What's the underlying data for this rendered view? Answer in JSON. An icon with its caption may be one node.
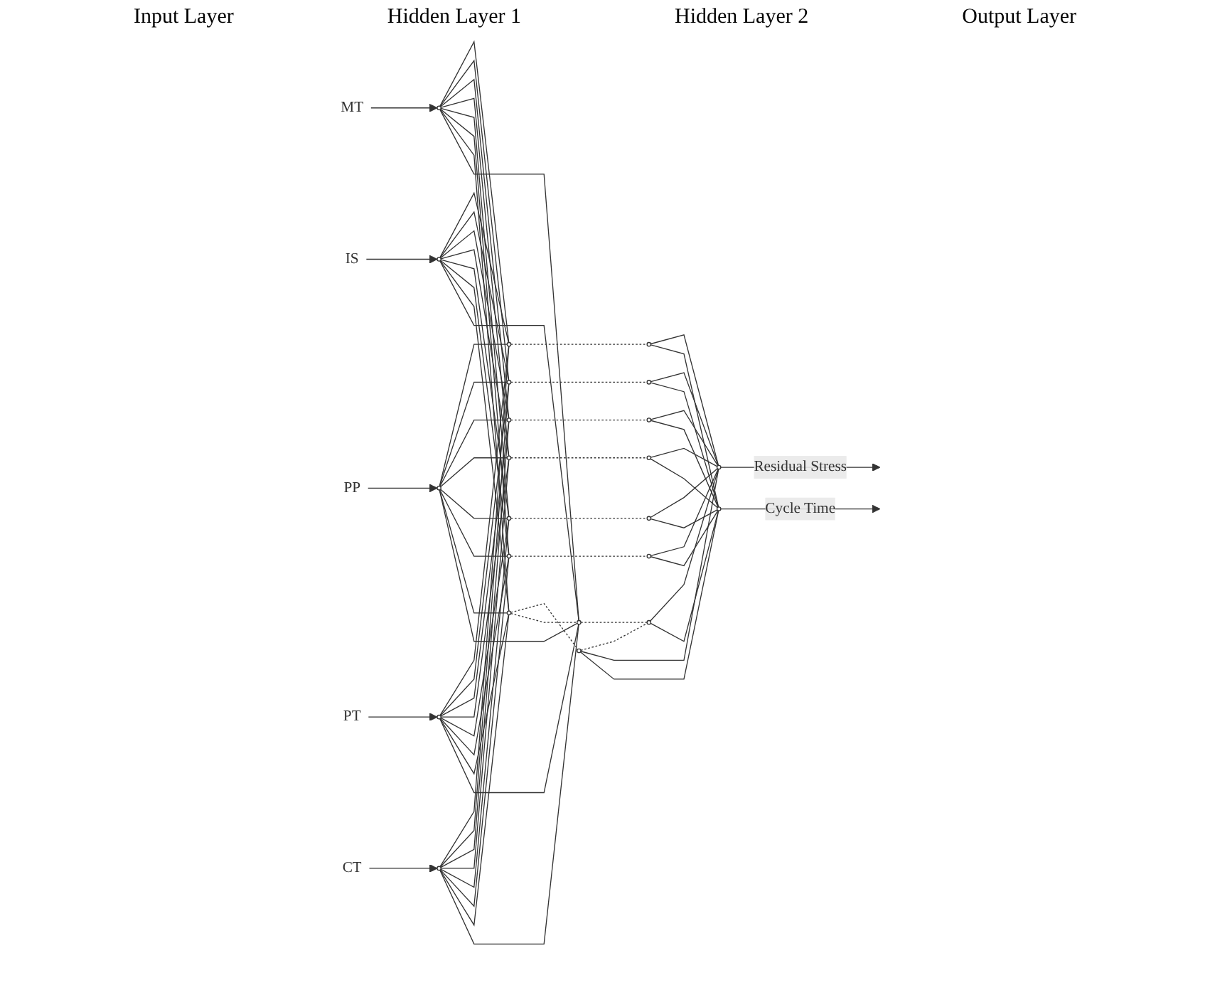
{
  "diagram": {
    "nodes": [
      {
        "text": [
          "MT"
        ]
      },
      {
        "text": [
          "IS"
        ]
      },
      {
        "text": [
          "PP"
        ]
      },
      {
        "text": [
          "PT"
        ]
      },
      {
        "text": [
          "CT"
        ]
      },
      {
        "text": [],
        "shape": "circle"
      },
      {
        "text": [],
        "shape": "circle"
      },
      {
        "text": [],
        "shape": "circle"
      },
      {
        "text": [],
        "shape": "circle"
      },
      {
        "text": [],
        "shape": "circle"
      },
      {
        "text": [],
        "shape": "circle"
      },
      {
        "text": [],
        "shape": "circle"
      },
      {
        "text": [],
        "shape": "circle"
      },
      {
        "text": [],
        "shape": "circle"
      },
      {
        "text": [],
        "shape": "circle"
      },
      {
        "text": [],
        "shape": "circle"
      },
      {
        "text": [],
        "shape": "circle"
      },
      {
        "text": [],
        "shape": "circle"
      },
      {
        "text": [],
        "shape": "circle"
      },
      {
        "text": [],
        "shape": "circle"
      },
      {
        "text": [],
        "shape": "circle"
      },
      {
        "text": [],
        "shape": "circle"
      },
      {
        "text": [],
        "shape": "circle"
      },
      {
        "text": [],
        "shape": "circle"
      },
      {
        "text": [],
        "shape": "circle"
      },
      {
        "text": [],
        "shape": "circle"
      },
      {
        "text": [],
        "shape": "circle"
      },
      {
        "text": [],
        "shape": "circle"
      }
    ],
    "edges": [
      {
        "from": 0,
        "to": 5,
        "arrow": "to"
      },
      {
        "from": 1,
        "to": 6,
        "arrow": "to"
      },
      {
        "from": 2,
        "to": 7,
        "arrow": "to"
      },
      {
        "from": 3,
        "to": 8,
        "arrow": "to"
      },
      {
        "from": 4,
        "to": 9,
        "arrow": "to"
      },
      {
        "from": 5,
        "to": 10,
        "arrow": "none"
      },
      {
        "from": 5,
        "to": 11,
        "arrow": "none"
      },
      {
        "from": 5,
        "to": 12,
        "arrow": "none"
      },
      {
        "from": 5,
        "to": 13,
        "arrow": "none"
      },
      {
        "from": 5,
        "to": 14,
        "arrow": "none"
      },
      {
        "from": 5,
        "to": 15,
        "arrow": "none"
      },
      {
        "from": 5,
        "to": 16,
        "arrow": "none"
      },
      {
        "from": 5,
        "to": 17,
        "arrow": "none"
      },
      {
        "from": 6,
        "to": 10,
        "arrow": "none"
      },
      {
        "from": 6,
        "to": 11,
        "arrow": "none"
      },
      {
        "from": 6,
        "to": 12,
        "arrow": "none"
      },
      {
        "from": 6,
        "to": 13,
        "arrow": "none"
      },
      {
        "from": 6,
        "to": 14,
        "arrow": "none"
      },
      {
        "from": 6,
        "to": 15,
        "arrow": "none"
      },
      {
        "from": 6,
        "to": 16,
        "arrow": "none"
      },
      {
        "from": 6,
        "to": 17,
        "arrow": "none"
      },
      {
        "from": 7,
        "to": 10,
        "arrow": "none"
      },
      {
        "from": 7,
        "to": 11,
        "arrow": "none"
      },
      {
        "from": 7,
        "to": 12,
        "arrow": "none"
      },
      {
        "from": 7,
        "to": 13,
        "arrow": "none"
      },
      {
        "from": 7,
        "to": 14,
        "arrow": "none"
      },
      {
        "from": 7,
        "to": 15,
        "arrow": "none"
      },
      {
        "from": 7,
        "to": 16,
        "arrow": "none"
      },
      {
        "from": 7,
        "to": 17,
        "arrow": "none"
      },
      {
        "from": 8,
        "to": 10,
        "arrow": "none"
      },
      {
        "from": 8,
        "to": 11,
        "arrow": "none"
      },
      {
        "from": 8,
        "to": 12,
        "arrow": "none"
      },
      {
        "from": 8,
        "to": 13,
        "arrow": "none"
      },
      {
        "from": 8,
        "to": 14,
        "arrow": "none"
      },
      {
        "from": 8,
        "to": 15,
        "arrow": "none"
      },
      {
        "from": 8,
        "to": 16,
        "arrow": "none"
      },
      {
        "from": 8,
        "to": 17,
        "arrow": "none"
      },
      {
        "from": 9,
        "to": 10,
        "arrow": "none"
      },
      {
        "from": 9,
        "to": 11,
        "arrow": "none"
      },
      {
        "from": 9,
        "to": 12,
        "arrow": "none"
      },
      {
        "from": 9,
        "to": 13,
        "arrow": "none"
      },
      {
        "from": 9,
        "to": 14,
        "arrow": "none"
      },
      {
        "from": 9,
        "to": 15,
        "arrow": "none"
      },
      {
        "from": 9,
        "to": 16,
        "arrow": "none"
      },
      {
        "from": 9,
        "to": 17,
        "arrow": "none"
      },
      {
        "from": 10,
        "to": 18,
        "arrow": "none",
        "style": "dashed"
      },
      {
        "from": 11,
        "to": 19,
        "arrow": "none",
        "style": "dashed"
      },
      {
        "from": 12,
        "to": 20,
        "arrow": "none",
        "style": "dashed"
      },
      {
        "from": 13,
        "to": 21,
        "arrow": "none",
        "style": "dashed"
      },
      {
        "from": 14,
        "to": 22,
        "arrow": "none",
        "style": "dashed"
      },
      {
        "from": 15,
        "to": 23,
        "arrow": "none",
        "style": "dashed"
      },
      {
        "from": 16,
        "to": 24,
        "arrow": "none",
        "style": "dashed"
      },
      {
        "from": 17,
        "to": 25,
        "arrow": "none",
        "style": "dashed"
      },
      {
        "from": 16,
        "to": 17,
        "arrow": "none",
        "style": "dashed"
      },
      {
        "from": 24,
        "to": 25,
        "arrow": "none",
        "style": "dashed"
      },
      {
        "from": 18,
        "to": 26,
        "arrow": "none"
      },
      {
        "from": 18,
        "to": 27,
        "arrow": "none"
      },
      {
        "from": 19,
        "to": 26,
        "arrow": "none"
      },
      {
        "from": 19,
        "to": 27,
        "arrow": "none"
      },
      {
        "from": 20,
        "to": 26,
        "arrow": "none"
      },
      {
        "from": 20,
        "to": 27,
        "arrow": "none"
      },
      {
        "from": 21,
        "to": 26,
        "arrow": "none"
      },
      {
        "from": 21,
        "to": 27,
        "arrow": "none"
      },
      {
        "from": 22,
        "to": 26,
        "arrow": "none"
      },
      {
        "from": 22,
        "to": 27,
        "arrow": "none"
      },
      {
        "from": 23,
        "to": 26,
        "arrow": "none"
      },
      {
        "from": 23,
        "to": 27,
        "arrow": "none"
      },
      {
        "from": 24,
        "to": 26,
        "arrow": "none"
      },
      {
        "from": 24,
        "to": 27,
        "arrow": "none"
      },
      {
        "from": 25,
        "to": 26,
        "arrow": "none"
      },
      {
        "from": 25,
        "to": 27,
        "arrow": "none"
      },
      {
        "from": 26,
        "to": null,
        "arrow": "to",
        "label": "Residual Stress"
      },
      {
        "from": 27,
        "to": null,
        "arrow": "to",
        "label": "Cycle Time"
      }
    ],
    "labels": [
      "Input Layer",
      "Hidden Layer 1",
      "Hidden Layer 2",
      "Output Layer"
    ]
  }
}
